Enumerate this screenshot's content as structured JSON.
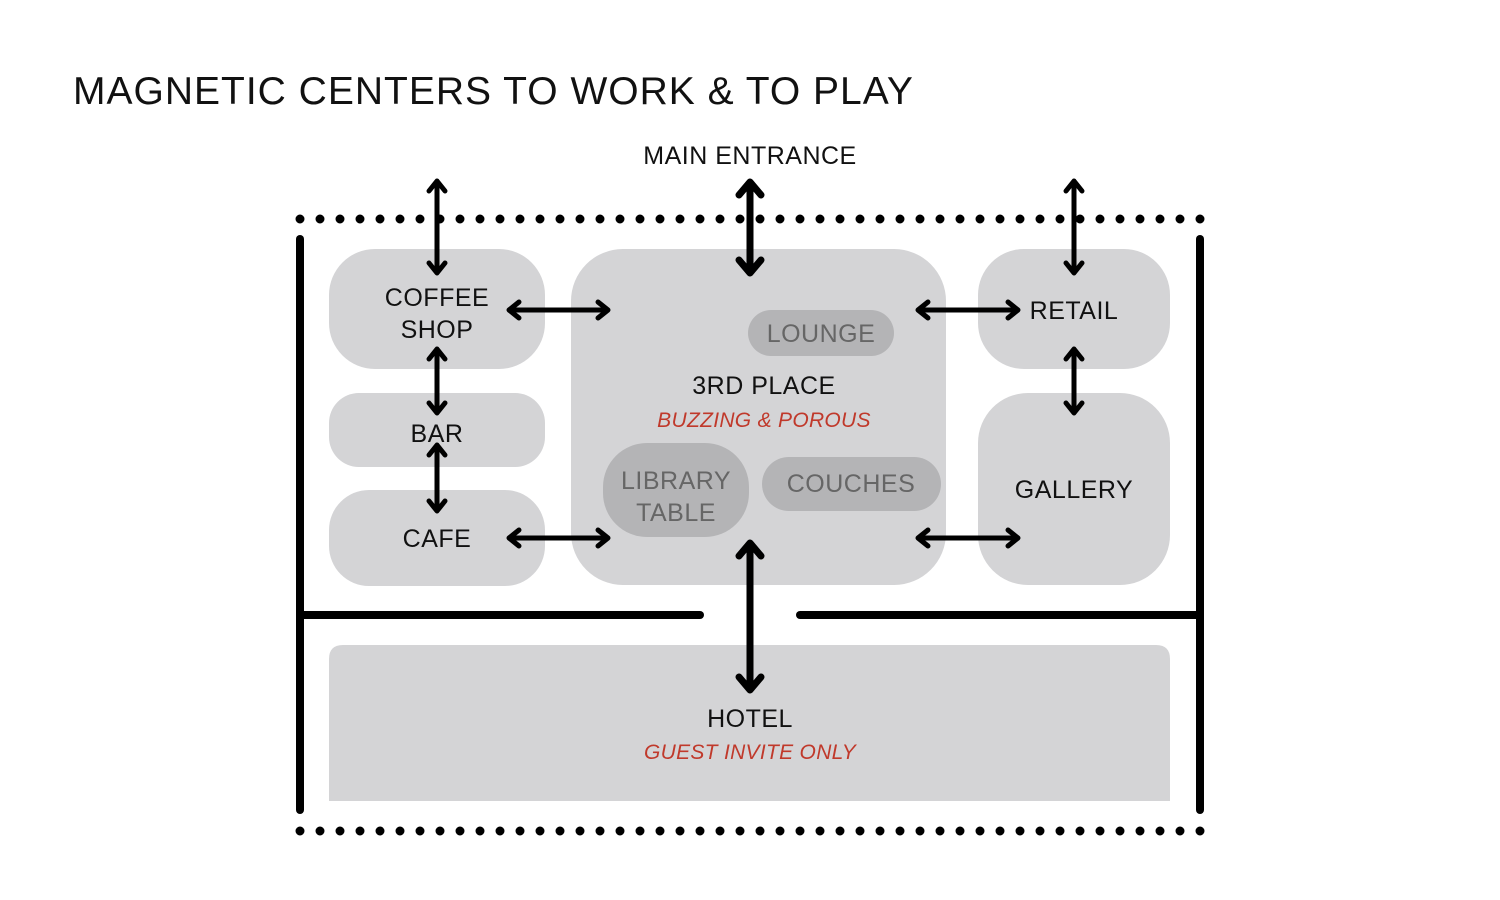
{
  "title": "MAGNETIC CENTERS TO WORK & TO PLAY",
  "entrance": "MAIN ENTRANCE",
  "zones": {
    "coffee_shop": [
      "COFFEE",
      "SHOP"
    ],
    "bar": "BAR",
    "cafe": "CAFE",
    "third_place": "3RD PLACE",
    "third_place_note": "BUZZING & POROUS",
    "lounge": "LOUNGE",
    "library_table": [
      "LIBRARY",
      "TABLE"
    ],
    "couches": "COUCHES",
    "retail": "RETAIL",
    "gallery": "GALLERY",
    "hotel": "HOTEL",
    "hotel_note": "GUEST INVITE ONLY"
  },
  "colors": {
    "zone": "#d4d4d6",
    "subzone": "#b4b4b6",
    "note": "#c0392b",
    "line": "#000000"
  }
}
